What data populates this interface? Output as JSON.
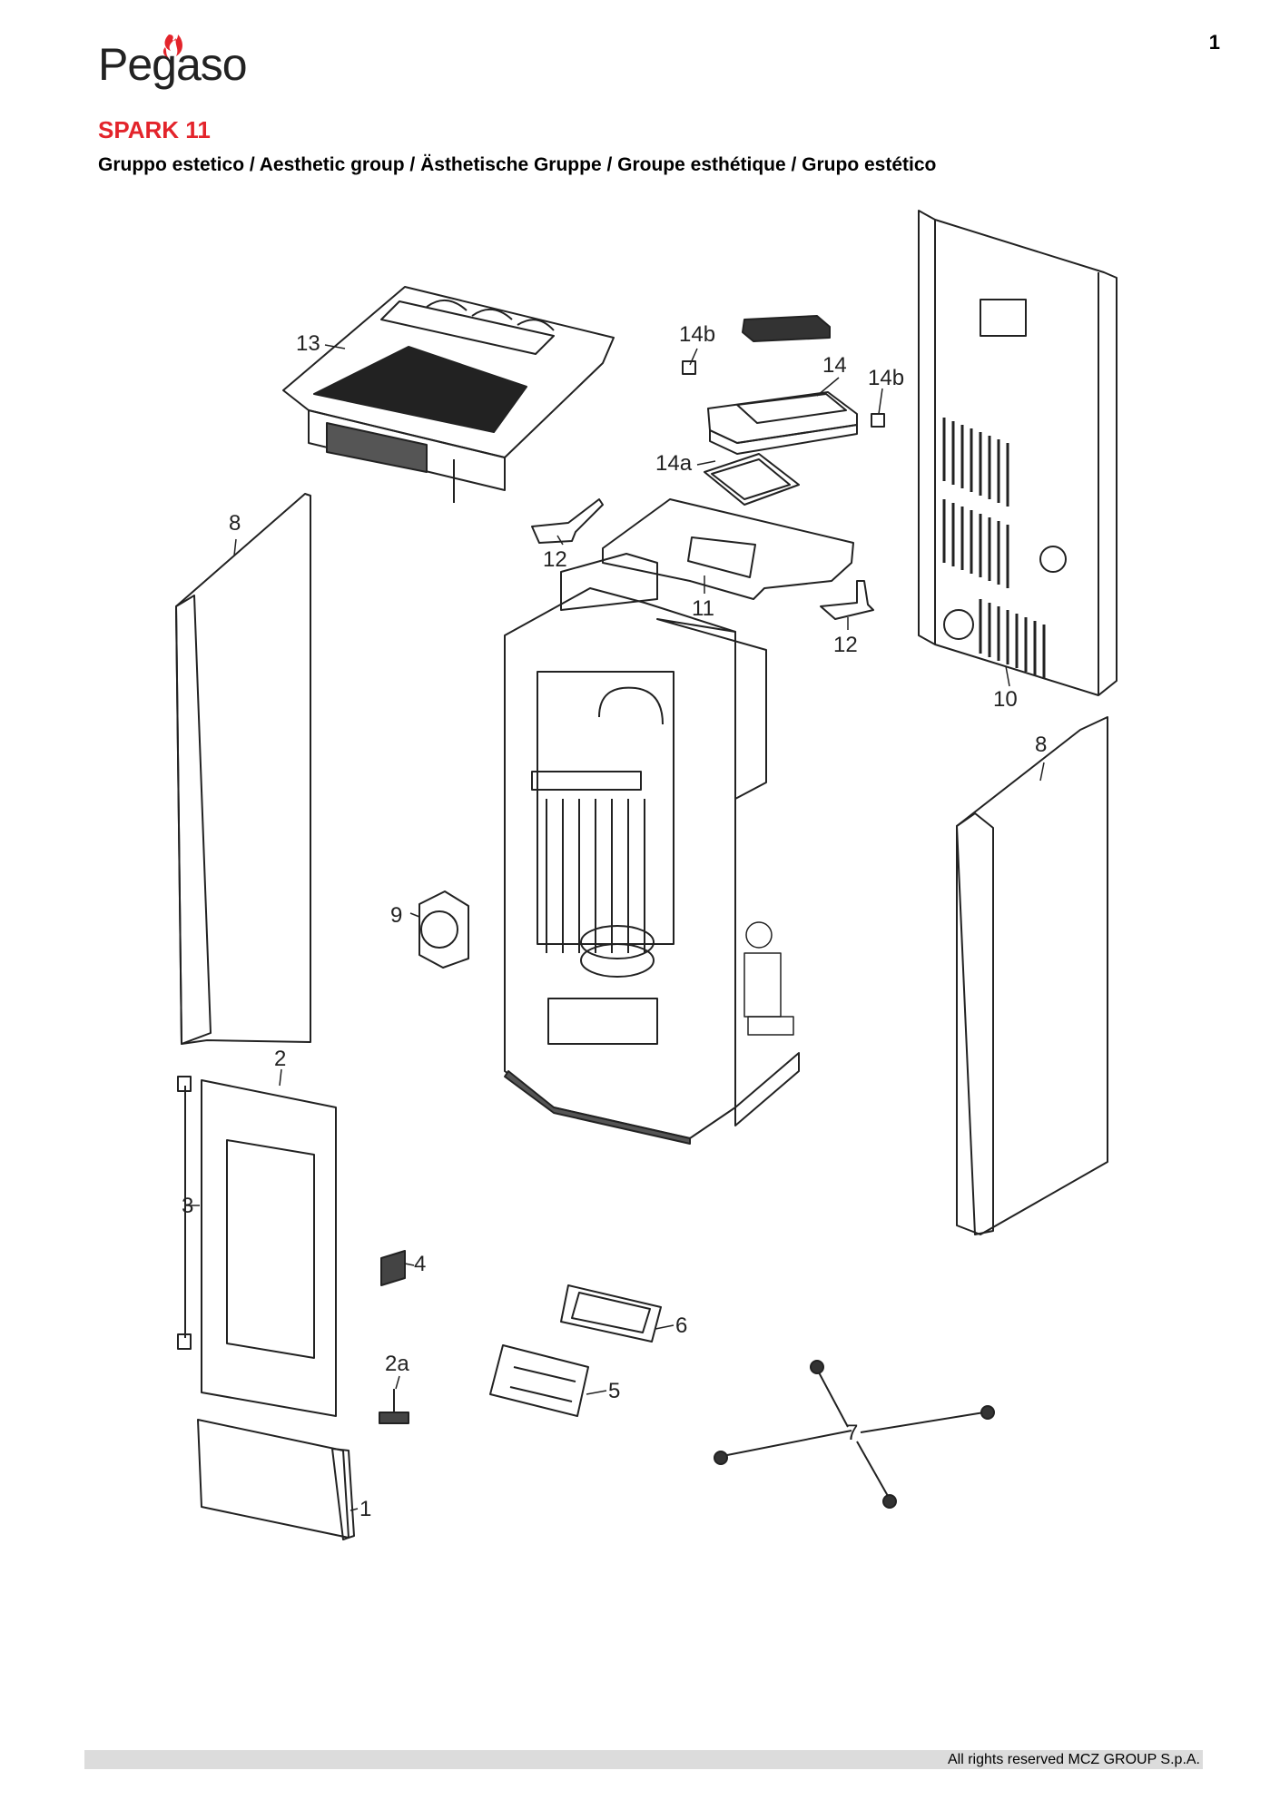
{
  "page": {
    "number": "1"
  },
  "logo": {
    "text": "Pegaso",
    "brand_color": "#e3242b"
  },
  "header": {
    "model": "SPARK 11",
    "subtitle": "Gruppo estetico / Aesthetic group / Ästhetische Gruppe / Groupe esthétique / Grupo estético"
  },
  "diagram": {
    "callouts": [
      "13",
      "14b",
      "14",
      "14b",
      "14a",
      "12",
      "11",
      "12",
      "10",
      "8",
      "8",
      "9",
      "2",
      "3",
      "4",
      "2a",
      "6",
      "5",
      "7",
      "1"
    ]
  },
  "footer": {
    "text": "All rights reserved MCZ GROUP S.p.A."
  }
}
